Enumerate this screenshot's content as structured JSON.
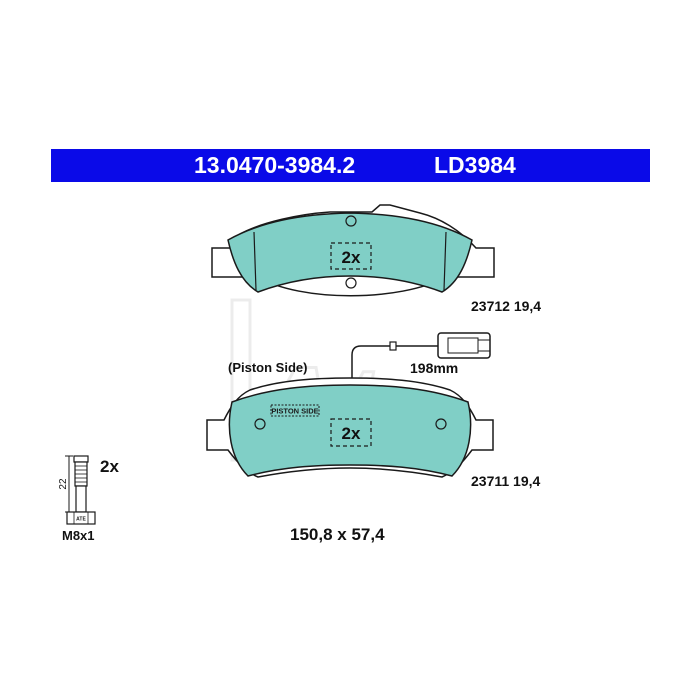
{
  "header": {
    "part_number": "13.0470-3984.2",
    "ld_number": "LD3984"
  },
  "pads": {
    "top": {
      "quantity": "2x",
      "spec": "23712 19,4"
    },
    "bottom": {
      "quantity": "2x",
      "spec": "23711 19,4",
      "stamp": "PISTON SIDE"
    }
  },
  "sensor": {
    "length": "198mm",
    "side_label": "(Piston Side)"
  },
  "bolt": {
    "quantity": "2x",
    "length": "22",
    "thread": "M8x1",
    "head_mark": "ATE"
  },
  "dimensions": "150,8 x 57,4",
  "watermark": "Ate",
  "colors": {
    "header_bg": "#0a0ae8",
    "pad_fill": "#80cfc6",
    "outline": "#1a1a1a"
  }
}
